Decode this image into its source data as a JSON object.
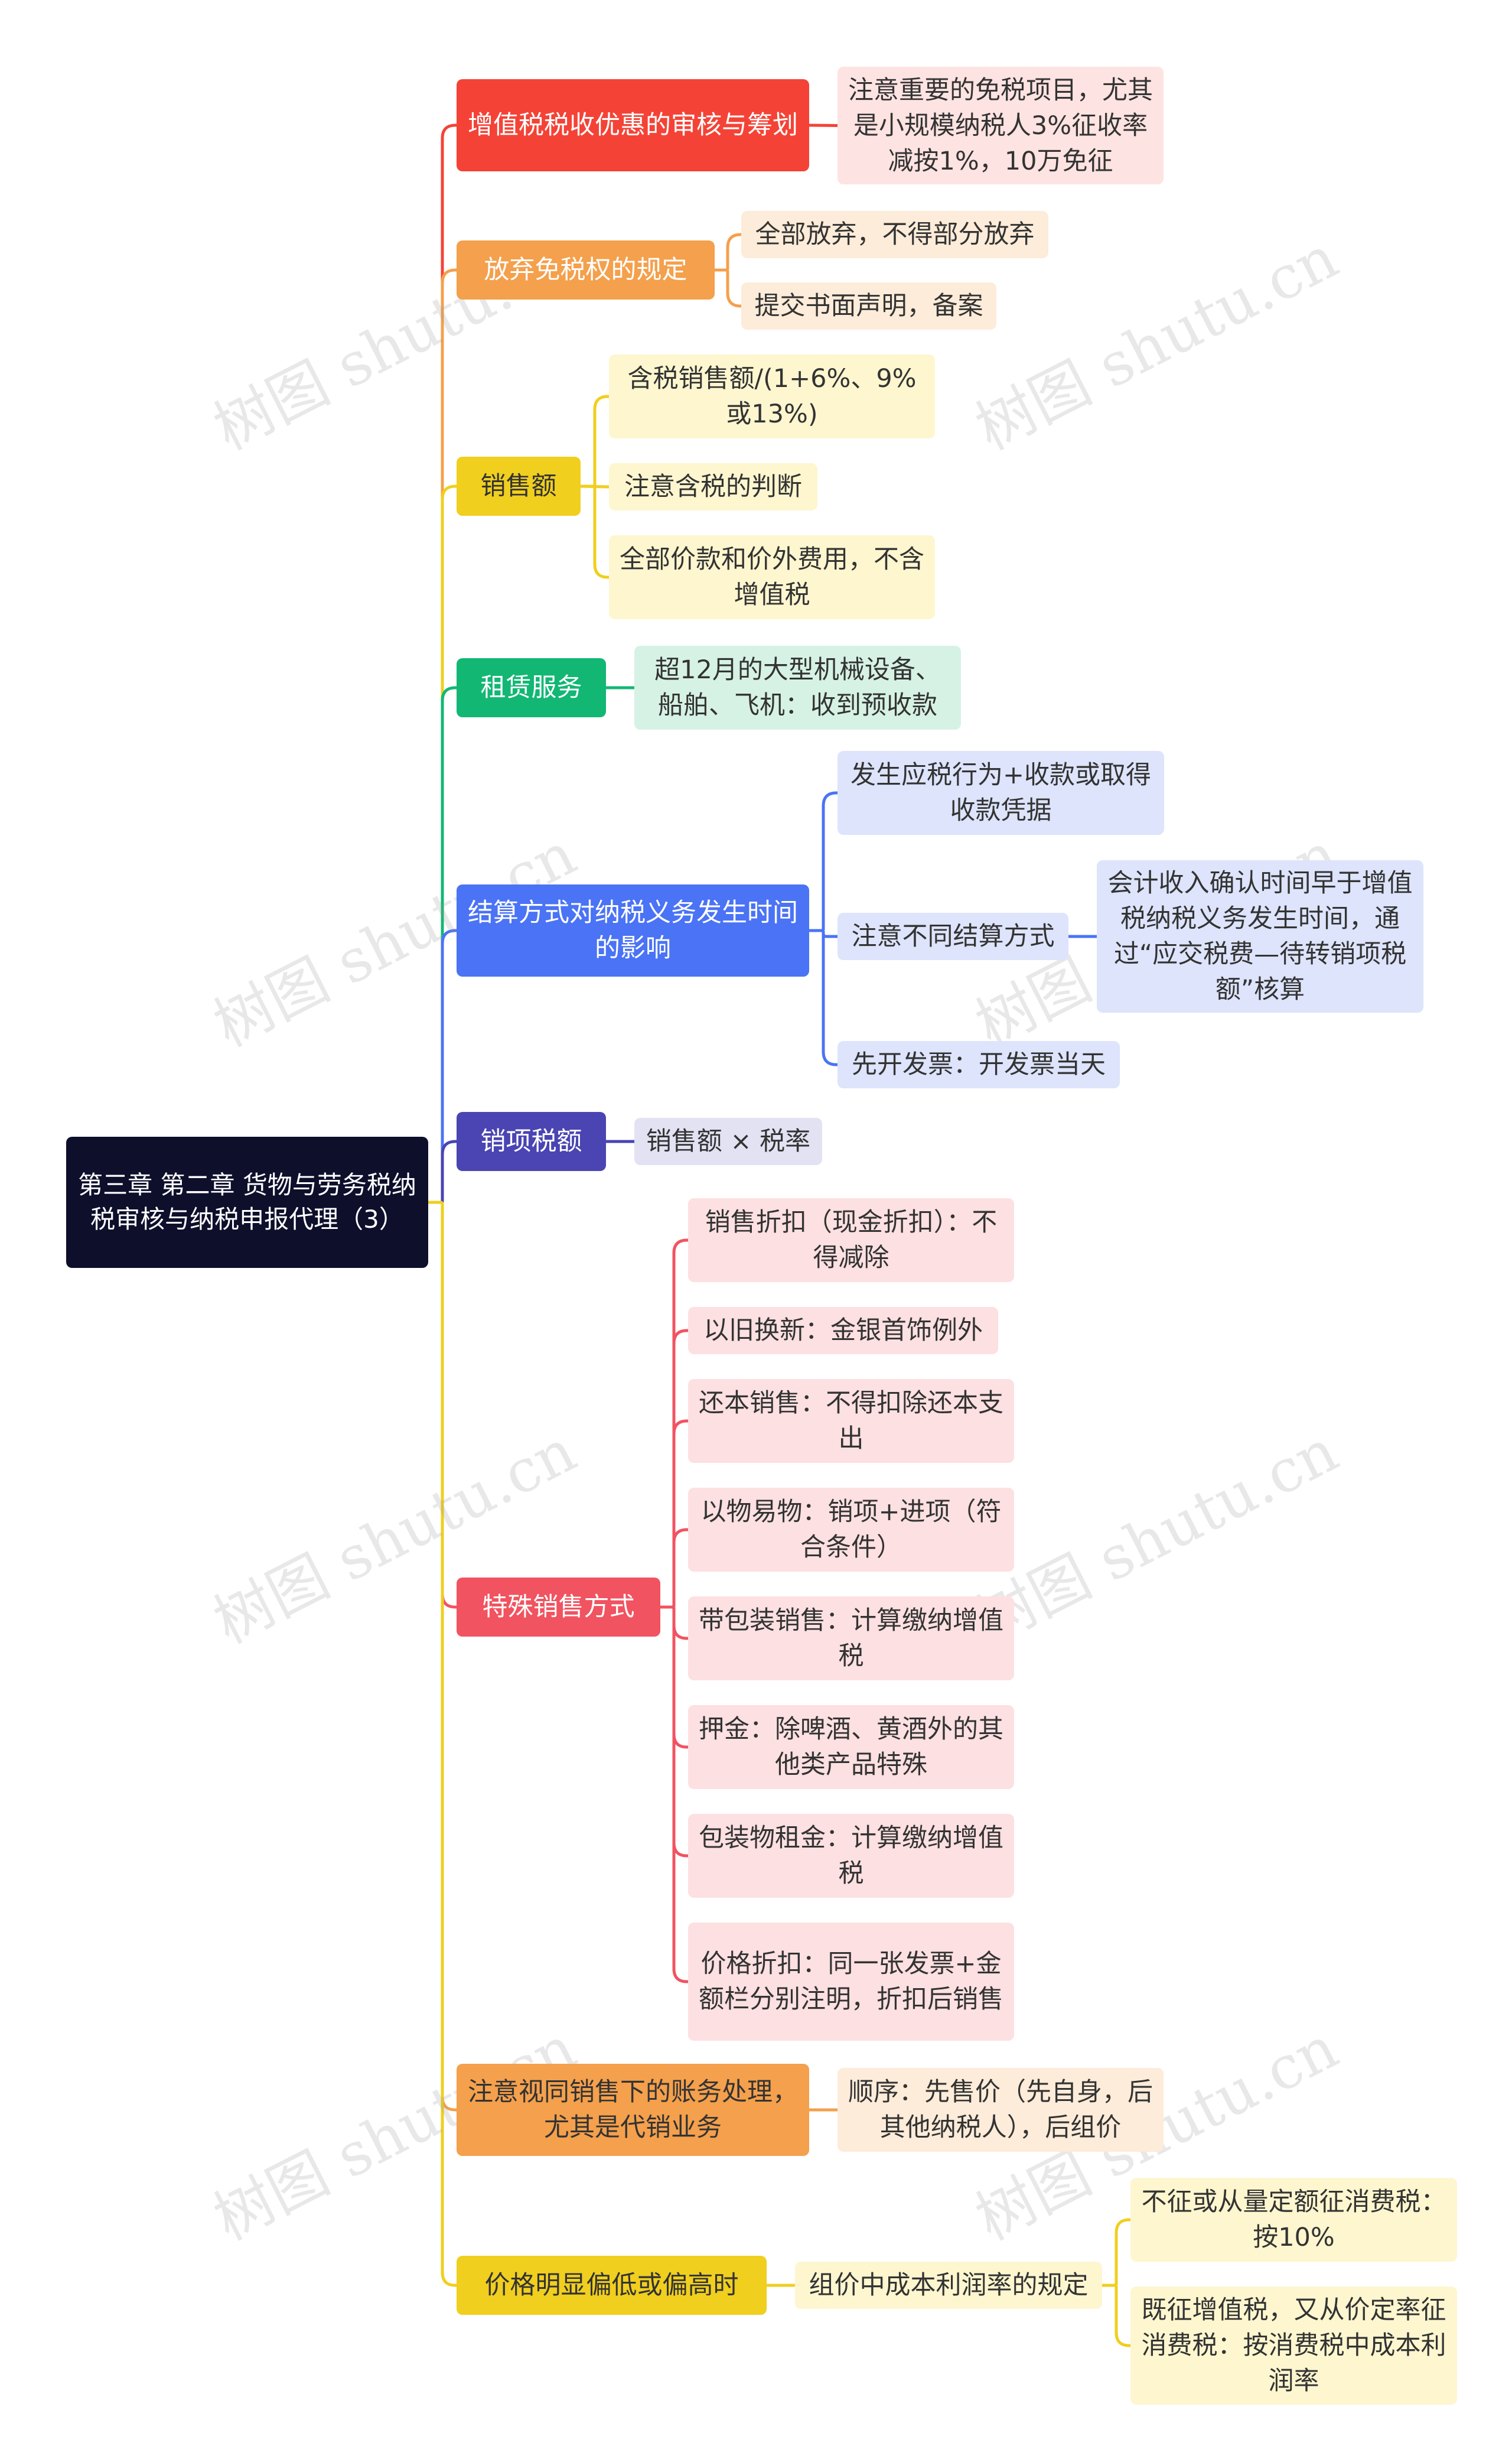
{
  "root": {
    "label": "第三章 第二章 货物与劳务税纳税审核与纳税申报代理（3）"
  },
  "watermark": "树图 shutu.cn",
  "colors": {
    "red": "#f44336",
    "orange": "#f4a04c",
    "yellow": "#f0cf1e",
    "green": "#12b774",
    "blue": "#4a73f5",
    "purple": "#4a45b2",
    "pink": "#f15360",
    "bg_red": "#fde3e1",
    "bg_orange": "#fdecd9",
    "bg_yellow": "#fdf6cf",
    "bg_green": "#d6f2e4",
    "bg_blue": "#dde4fb",
    "bg_purple": "#e3e2f3",
    "bg_pink": "#fde0e1"
  },
  "branches": [
    {
      "label": "增值税税收优惠的审核与筹划",
      "children": [
        {
          "label": "注意重要的免税项目，尤其是小规模纳税人3%征收率减按1%，10万免征"
        }
      ]
    },
    {
      "label": "放弃免税权的规定",
      "children": [
        {
          "label": "全部放弃，不得部分放弃"
        },
        {
          "label": "提交书面声明，备案"
        }
      ]
    },
    {
      "label": "销售额",
      "children": [
        {
          "label": "含税销售额/(1+6%、9%或13%)"
        },
        {
          "label": "注意含税的判断"
        },
        {
          "label": "全部价款和价外费用，不含增值税"
        }
      ]
    },
    {
      "label": "租赁服务",
      "children": [
        {
          "label": "超12月的大型机械设备、船舶、飞机：收到预收款"
        }
      ]
    },
    {
      "label": "结算方式对纳税义务发生时间的影响",
      "children": [
        {
          "label": "发生应税行为+收款或取得收款凭据"
        },
        {
          "label": "注意不同结算方式",
          "children": [
            {
              "label": "会计收入确认时间早于增值税纳税义务发生时间，通过“应交税费—待转销项税额”核算"
            }
          ]
        },
        {
          "label": "先开发票：开发票当天"
        }
      ]
    },
    {
      "label": "销项税额",
      "children": [
        {
          "label": "销售额 × 税率"
        }
      ]
    },
    {
      "label": "特殊销售方式",
      "children": [
        {
          "label": "销售折扣（现金折扣）：不得减除"
        },
        {
          "label": "以旧换新：金银首饰例外"
        },
        {
          "label": "还本销售：不得扣除还本支出"
        },
        {
          "label": "以物易物：销项+进项（符合条件）"
        },
        {
          "label": "带包装销售：计算缴纳增值税"
        },
        {
          "label": "押金：除啤酒、黄酒外的其他类产品特殊"
        },
        {
          "label": "包装物租金：计算缴纳增值税"
        },
        {
          "label": "价格折扣：同一张发票+金额栏分别注明，折扣后销售"
        }
      ]
    },
    {
      "label": "注意视同销售下的账务处理，尤其是代销业务",
      "children": [
        {
          "label": "顺序：先售价（先自身，后其他纳税人），后组价"
        }
      ]
    },
    {
      "label": "价格明显偏低或偏高时",
      "children": [
        {
          "label": "组价中成本利润率的规定",
          "children": [
            {
              "label": "不征或从量定额征消费税：按10%"
            },
            {
              "label": "既征增值税，又从价定率征消费税：按消费税中成本利润率"
            }
          ]
        }
      ]
    }
  ]
}
